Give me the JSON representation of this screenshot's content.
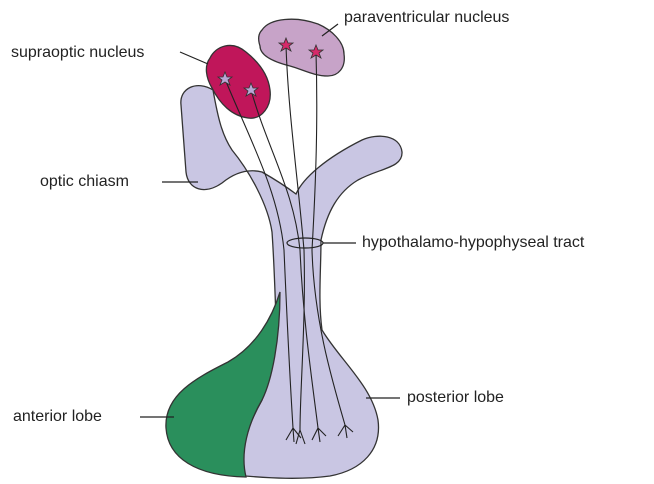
{
  "labels": {
    "paraventricular": "paraventricular nucleus",
    "supraoptic": "supraoptic nucleus",
    "optic_chiasm": "optic chiasm",
    "tract": "hypothalamo-hypophyseal tract",
    "posterior_lobe": "posterior lobe",
    "anterior_lobe": "anterior lobe"
  },
  "colors": {
    "stalk": "#c9c6e3",
    "anterior_lobe": "#2a8f5c",
    "supraoptic_nucleus": "#c0165a",
    "paraventricular_nucleus": "#c7a3c8",
    "neuron_star_light": "#b9a7d6",
    "neuron_star_dark": "#d62a6a",
    "outline": "#333333"
  }
}
